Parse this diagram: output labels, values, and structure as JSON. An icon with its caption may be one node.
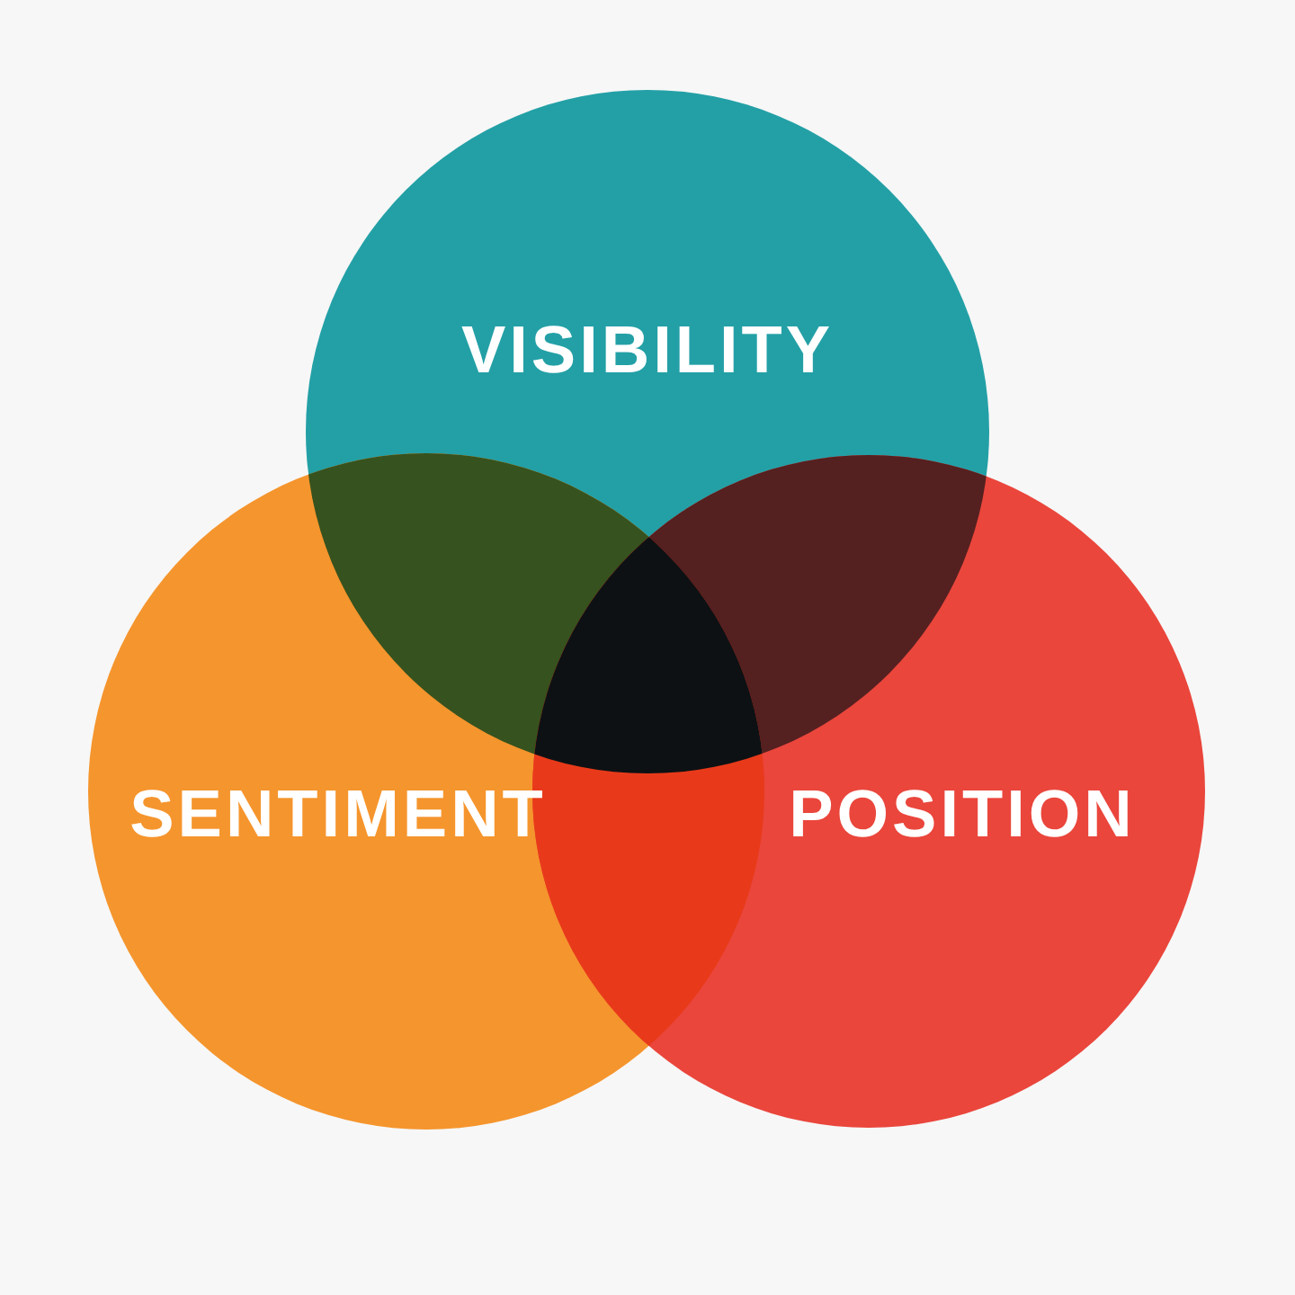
{
  "diagram": {
    "nodes": [
      {
        "text": [
          "VISIBILITY"
        ]
      },
      {
        "text": [
          "SENTIMENT"
        ]
      },
      {
        "text": [
          "POSITION"
        ]
      }
    ]
  }
}
